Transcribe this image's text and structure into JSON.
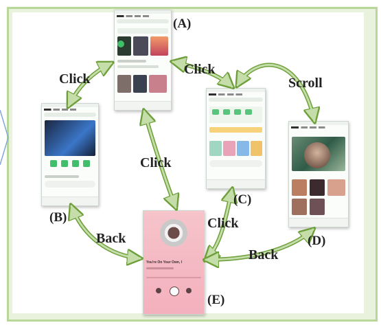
{
  "panels": {
    "a": "(A)",
    "b": "(B)",
    "c": "(C)",
    "d": "(D)",
    "e": "(E)"
  },
  "actions": {
    "click_a_b": "Click",
    "click_a_c": "Click",
    "click_a_e": "Click",
    "click_c_e": "Click",
    "scroll_a_d": "Scroll",
    "back_e_b": "Back",
    "back_e_d": "Back"
  },
  "player": {
    "song_title": "You're On Your Own, I"
  },
  "colors": {
    "arrow_fill": "#c5dda8",
    "arrow_stroke": "#6d9f3a",
    "frame_border": "#b9d79a",
    "frame_bg": "#e8f2dd",
    "accent_green": "#3fbf6a",
    "player_pink": "#f4b8c2"
  }
}
